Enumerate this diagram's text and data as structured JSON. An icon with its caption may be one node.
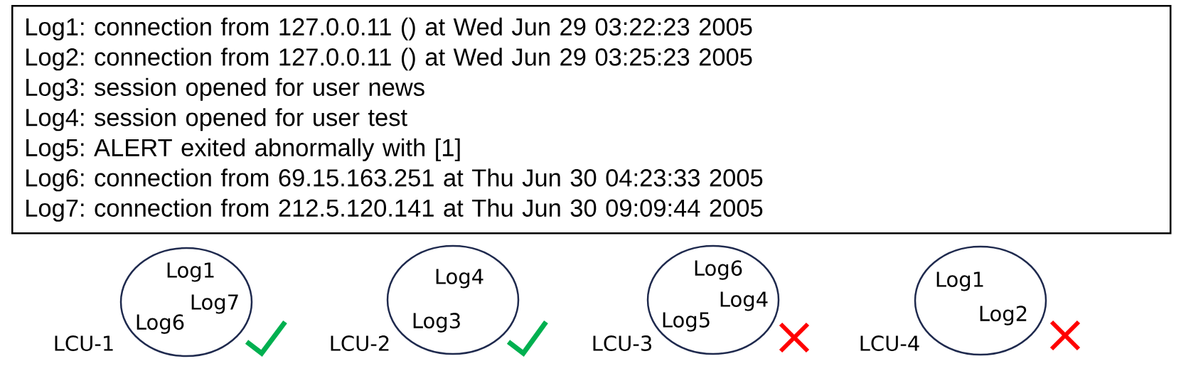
{
  "diagram": {
    "nodes": [
      {
        "text": [
          "Log1: connection from 127.0.0.11 () at Wed Jun 29 03:22:23 2005",
          "Log2: connection from 127.0.0.11 () at Wed Jun 29 03:25:23 2005",
          "Log3: session opened for user news",
          "Log4: session opened for user test",
          "Log5: ALERT exited abnormally with [1]",
          "Log6: connection from 69.15.163.251 at Thu Jun 30 04:23:33 2005",
          "Log7: connection from 212.5.120.141 at Thu Jun 30 09:09:44 2005"
        ]
      },
      {
        "text": [
          "Log1",
          "Log7",
          "Log6"
        ],
        "beside": [
          "LCU-1"
        ]
      },
      {
        "text": [
          "Log4",
          "Log3"
        ],
        "beside": [
          "LCU-2"
        ]
      },
      {
        "text": [
          "Log6",
          "Log4",
          "Log5"
        ],
        "beside": [
          "LCU-3"
        ]
      },
      {
        "text": [
          "Log1",
          "Log2"
        ],
        "beside": [
          "LCU-4"
        ]
      }
    ]
  }
}
